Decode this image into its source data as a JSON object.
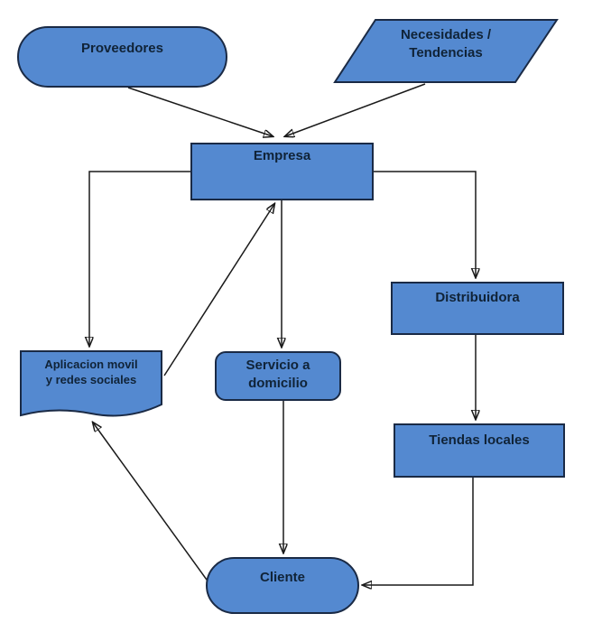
{
  "diagram": {
    "type": "flowchart",
    "colors": {
      "node_fill": "#5489d0",
      "node_border": "#1a2a45",
      "label_text": "#102337",
      "connector": "#1a1a1a",
      "background": "#ffffff"
    },
    "nodes": {
      "proveedores": {
        "label": "Proveedores",
        "shape": "stadium"
      },
      "necesidades": {
        "line1": "Necesidades /",
        "line2": "Tendencias",
        "shape": "parallelogram"
      },
      "empresa": {
        "label": "Empresa",
        "shape": "rectangle"
      },
      "aplicacion_movil": {
        "line1": "Aplicacion movil",
        "line2": "y redes sociales",
        "shape": "document"
      },
      "servicio_domicilio": {
        "line1": "Servicio a",
        "line2": "domicilio",
        "shape": "rounded-rectangle"
      },
      "distribuidora": {
        "label": "Distribuidora",
        "shape": "rectangle"
      },
      "tiendas_locales": {
        "label": "Tiendas locales",
        "shape": "rectangle"
      },
      "cliente": {
        "label": "Cliente",
        "shape": "stadium"
      }
    },
    "edges": [
      {
        "from": "Proveedores",
        "to": "Empresa"
      },
      {
        "from": "Necesidades / Tendencias",
        "to": "Empresa"
      },
      {
        "from": "Empresa",
        "to": "Aplicacion movil y redes sociales"
      },
      {
        "from": "Aplicacion movil y redes sociales",
        "to": "Empresa"
      },
      {
        "from": "Empresa",
        "to": "Servicio a domicilio"
      },
      {
        "from": "Empresa",
        "to": "Distribuidora"
      },
      {
        "from": "Distribuidora",
        "to": "Tiendas locales"
      },
      {
        "from": "Servicio a domicilio",
        "to": "Cliente"
      },
      {
        "from": "Tiendas locales",
        "to": "Cliente"
      },
      {
        "from": "Cliente",
        "to": "Aplicacion movil y redes sociales"
      }
    ]
  }
}
